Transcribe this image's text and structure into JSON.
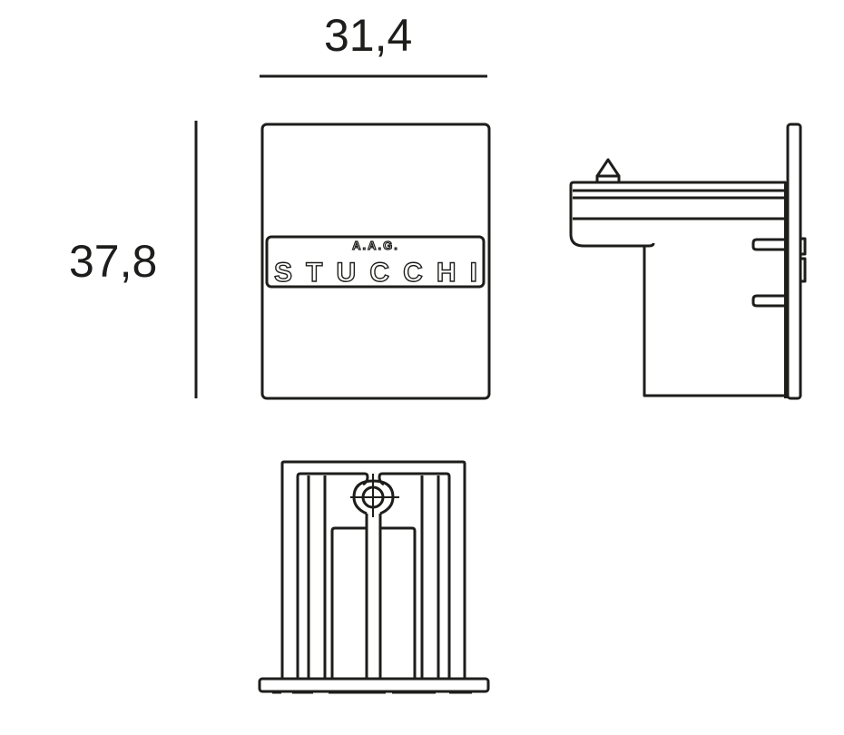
{
  "dimensions": {
    "width_label": "31,4",
    "height_label": "37,8",
    "unit_hint": ""
  },
  "front_view": {
    "brand_top": "A.A.G.",
    "brand_main": "STUCCHI",
    "brand_letters": [
      "S",
      "T",
      "U",
      "C",
      "C",
      "H",
      "I"
    ]
  },
  "views": [
    {
      "name": "front-view",
      "description": "Front face with brand plate"
    },
    {
      "name": "side-view",
      "description": "Side profile with triangular tab and rear flange"
    },
    {
      "name": "bottom-view",
      "description": "Underside with central screw hole and ribs"
    }
  ],
  "colors": {
    "line": "#1d1d1b",
    "background": "#ffffff"
  }
}
